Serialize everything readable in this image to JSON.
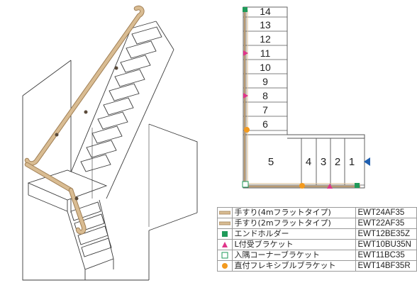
{
  "plan": {
    "steps_upper": [
      "14",
      "13",
      "12",
      "11",
      "10",
      "9",
      "8",
      "7",
      "6"
    ],
    "landing": "5",
    "steps_lower": [
      "4",
      "3",
      "2",
      "1"
    ]
  },
  "legend": [
    {
      "symbol": "handrail-4m",
      "name": "手すり(4mフラットタイプ)",
      "code": "EWT24AF35"
    },
    {
      "symbol": "handrail-2m",
      "name": "手すり(2mフラットタイプ)",
      "code": "EWT22AF35"
    },
    {
      "symbol": "green-square",
      "name": "エンドホルダー",
      "code": "EWT12BE35Z"
    },
    {
      "symbol": "pink-triangle",
      "name": "L付受ブラケット",
      "code": "EWT10BU35N"
    },
    {
      "symbol": "white-square",
      "name": "入隅コーナーブラケット",
      "code": "EWT11BC35"
    },
    {
      "symbol": "orange-circle",
      "name": "直付フレキシブルブラケット",
      "code": "EWT14BF35R"
    }
  ],
  "colors": {
    "rail": "#d9bc92",
    "rail_dark": "#a07f55",
    "end_holder": "#1f9a5a",
    "l_bracket": "#e0358a",
    "corner_bracket": "#ffffff",
    "flex_bracket": "#f39a1e",
    "arrow": "#1f5fb0"
  }
}
